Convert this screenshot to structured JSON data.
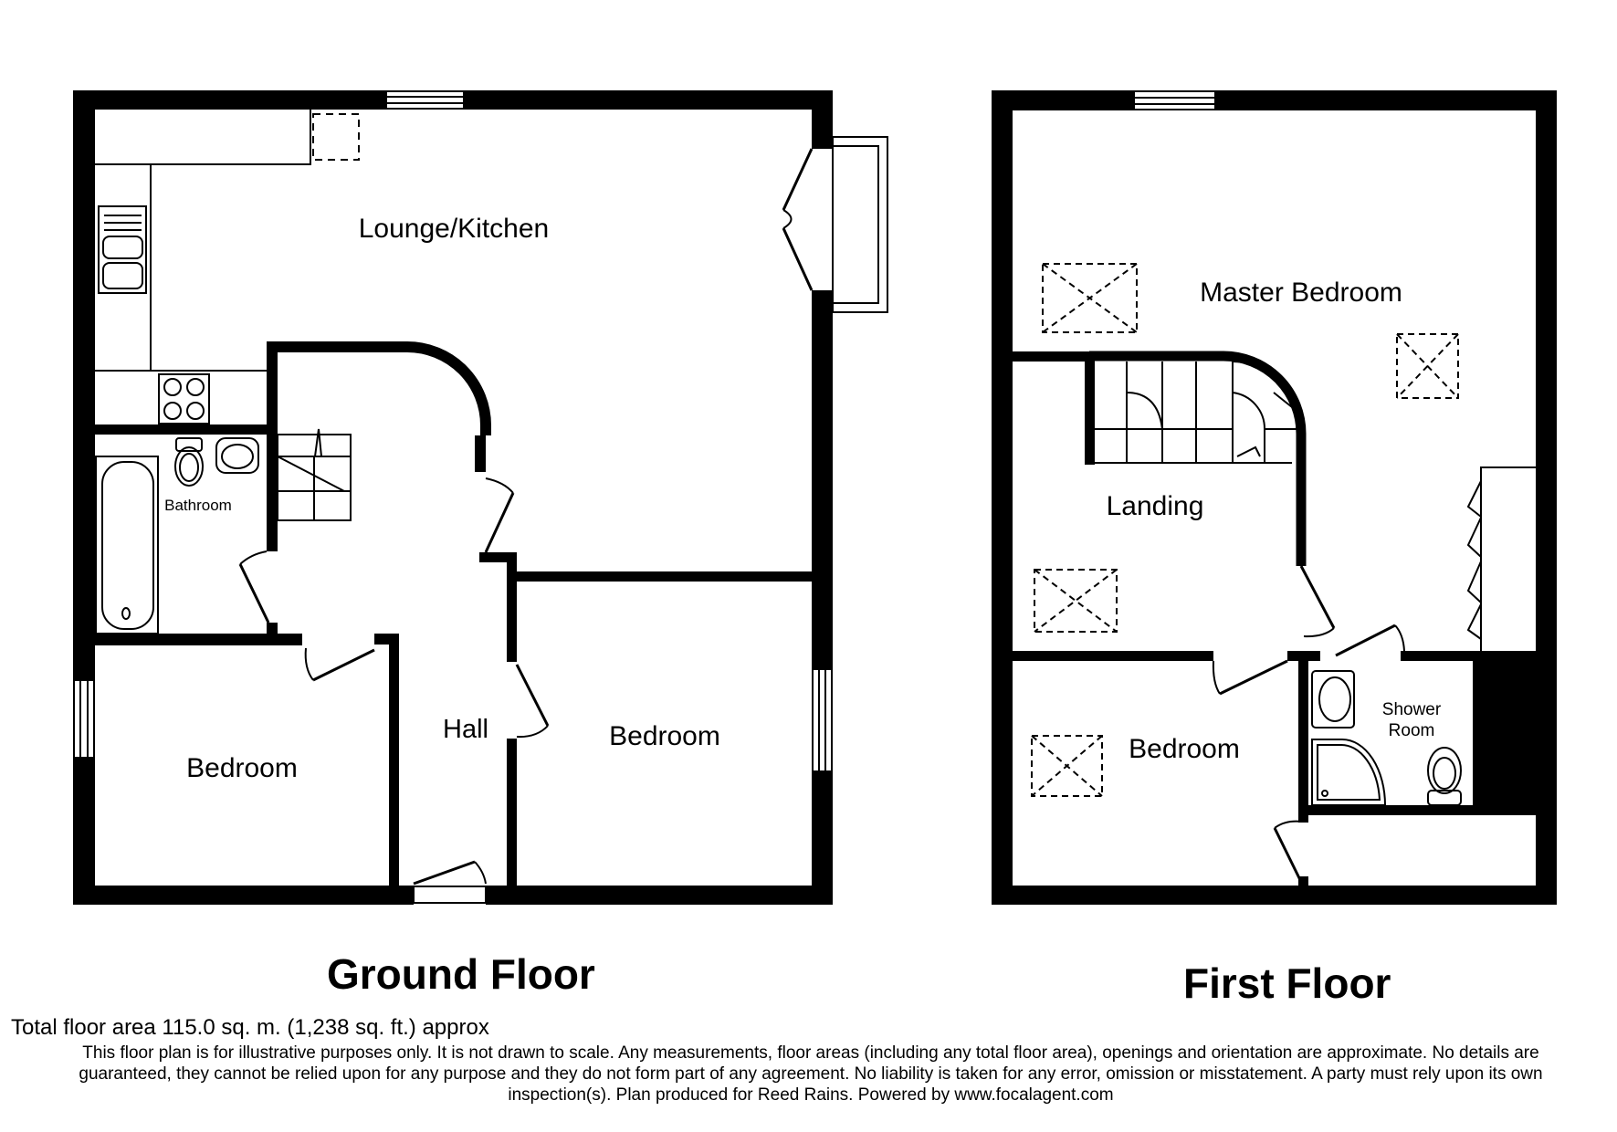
{
  "ground_floor": {
    "title": "Ground Floor",
    "rooms": {
      "lounge_kitchen": "Lounge/Kitchen",
      "bathroom": "Bathroom",
      "hall": "Hall",
      "bedroom_left": "Bedroom",
      "bedroom_right": "Bedroom"
    }
  },
  "first_floor": {
    "title": "First Floor",
    "rooms": {
      "master_bedroom": "Master Bedroom",
      "landing": "Landing",
      "bedroom": "Bedroom",
      "shower_room_line1": "Shower",
      "shower_room_line2": "Room"
    }
  },
  "footer": {
    "total_area": "Total floor area 115.0 sq. m. (1,238 sq. ft.) approx",
    "disclaimer": "This floor plan is for illustrative purposes only. It is not drawn to scale. Any measurements, floor areas (including any total floor area), openings and orientation are approximate. No details are guaranteed, they cannot be relied upon for any purpose and they do not form part of any agreement. No liability is taken for any error, omission or misstatement. A party must rely upon its own inspection(s). Plan produced for Reed Rains. Powered by www.focalagent.com"
  }
}
